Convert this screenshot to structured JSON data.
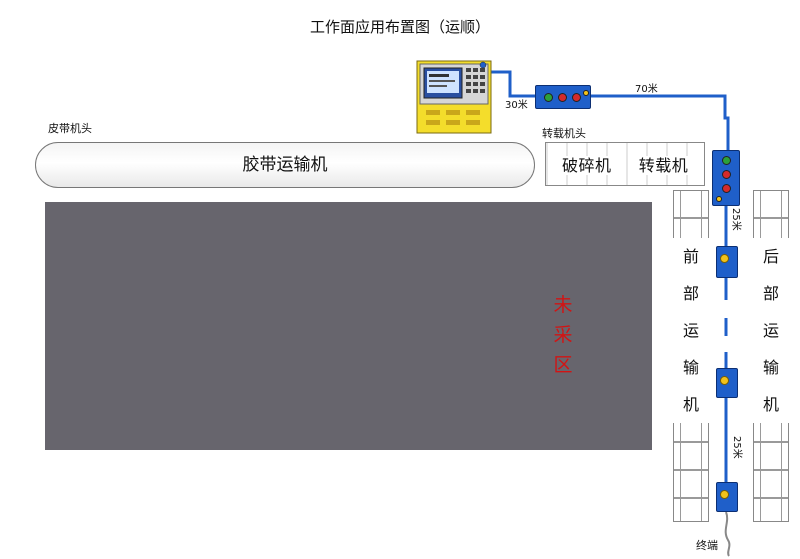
{
  "title": "工作面应用布置图（运顺）",
  "belt_head_label": "皮带机头",
  "belt_conveyor_label": "胶带运输机",
  "transfer_head_label": "转载机头",
  "crusher_label": "破碎机",
  "transfer_machine_label": "转载机",
  "unmined_area_label": [
    "未",
    "采",
    "区"
  ],
  "front_conveyor_label": [
    "前",
    "部",
    "运",
    "输",
    "机"
  ],
  "rear_conveyor_label": [
    "后",
    "部",
    "运",
    "输",
    "机"
  ],
  "distances": {
    "panel_to_switch": "30米",
    "switch_to_corner": "70米",
    "corner_to_node1": "25米",
    "node_spacing": "25米"
  },
  "end_label": "终端",
  "colors": {
    "cable": "#1f5fc9",
    "node": "#1f5fc9",
    "unmined_area": "#67656d",
    "unmined_text": "#d21414",
    "panel": "#f4dd2b"
  },
  "icons": {
    "control_panel": "control-panel-icon",
    "switch_box": "switch-box-icon",
    "sensor_node": "sensor-node-icon"
  }
}
